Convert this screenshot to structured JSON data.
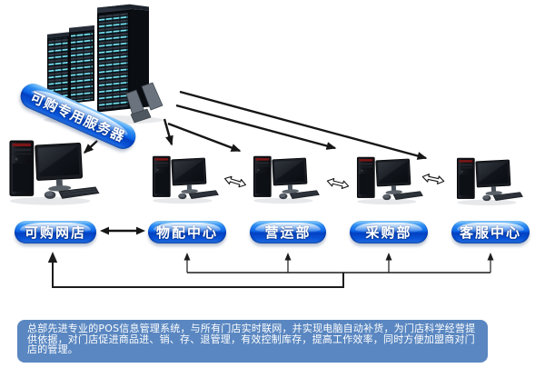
{
  "server": {
    "label": "可购专用服务器"
  },
  "nodes": [
    {
      "label": "可购网店"
    },
    {
      "label": "物配中心"
    },
    {
      "label": "营运部"
    },
    {
      "label": "采购部"
    },
    {
      "label": "客服中心"
    }
  ],
  "description": "总部先进专业的POS信息管理系统，与所有门店实时联网，并实现电脑自动补货，为门店科学经营提供依据，对门店促进商品进、销、存、退管理，有效控制库存，提高工作效率，同时方便加盟商对门店的管理。",
  "colors": {
    "background": "#ffffff",
    "pill_top": "#8fd0fc",
    "pill_mid": "#0b63e6",
    "pill_bottom": "#0340c2",
    "pill_text": "#ffffff",
    "panel_background": "#5a87c1",
    "panel_text": "#ffffff",
    "arrow": "#161616",
    "server_led": "#3fc3d8"
  }
}
